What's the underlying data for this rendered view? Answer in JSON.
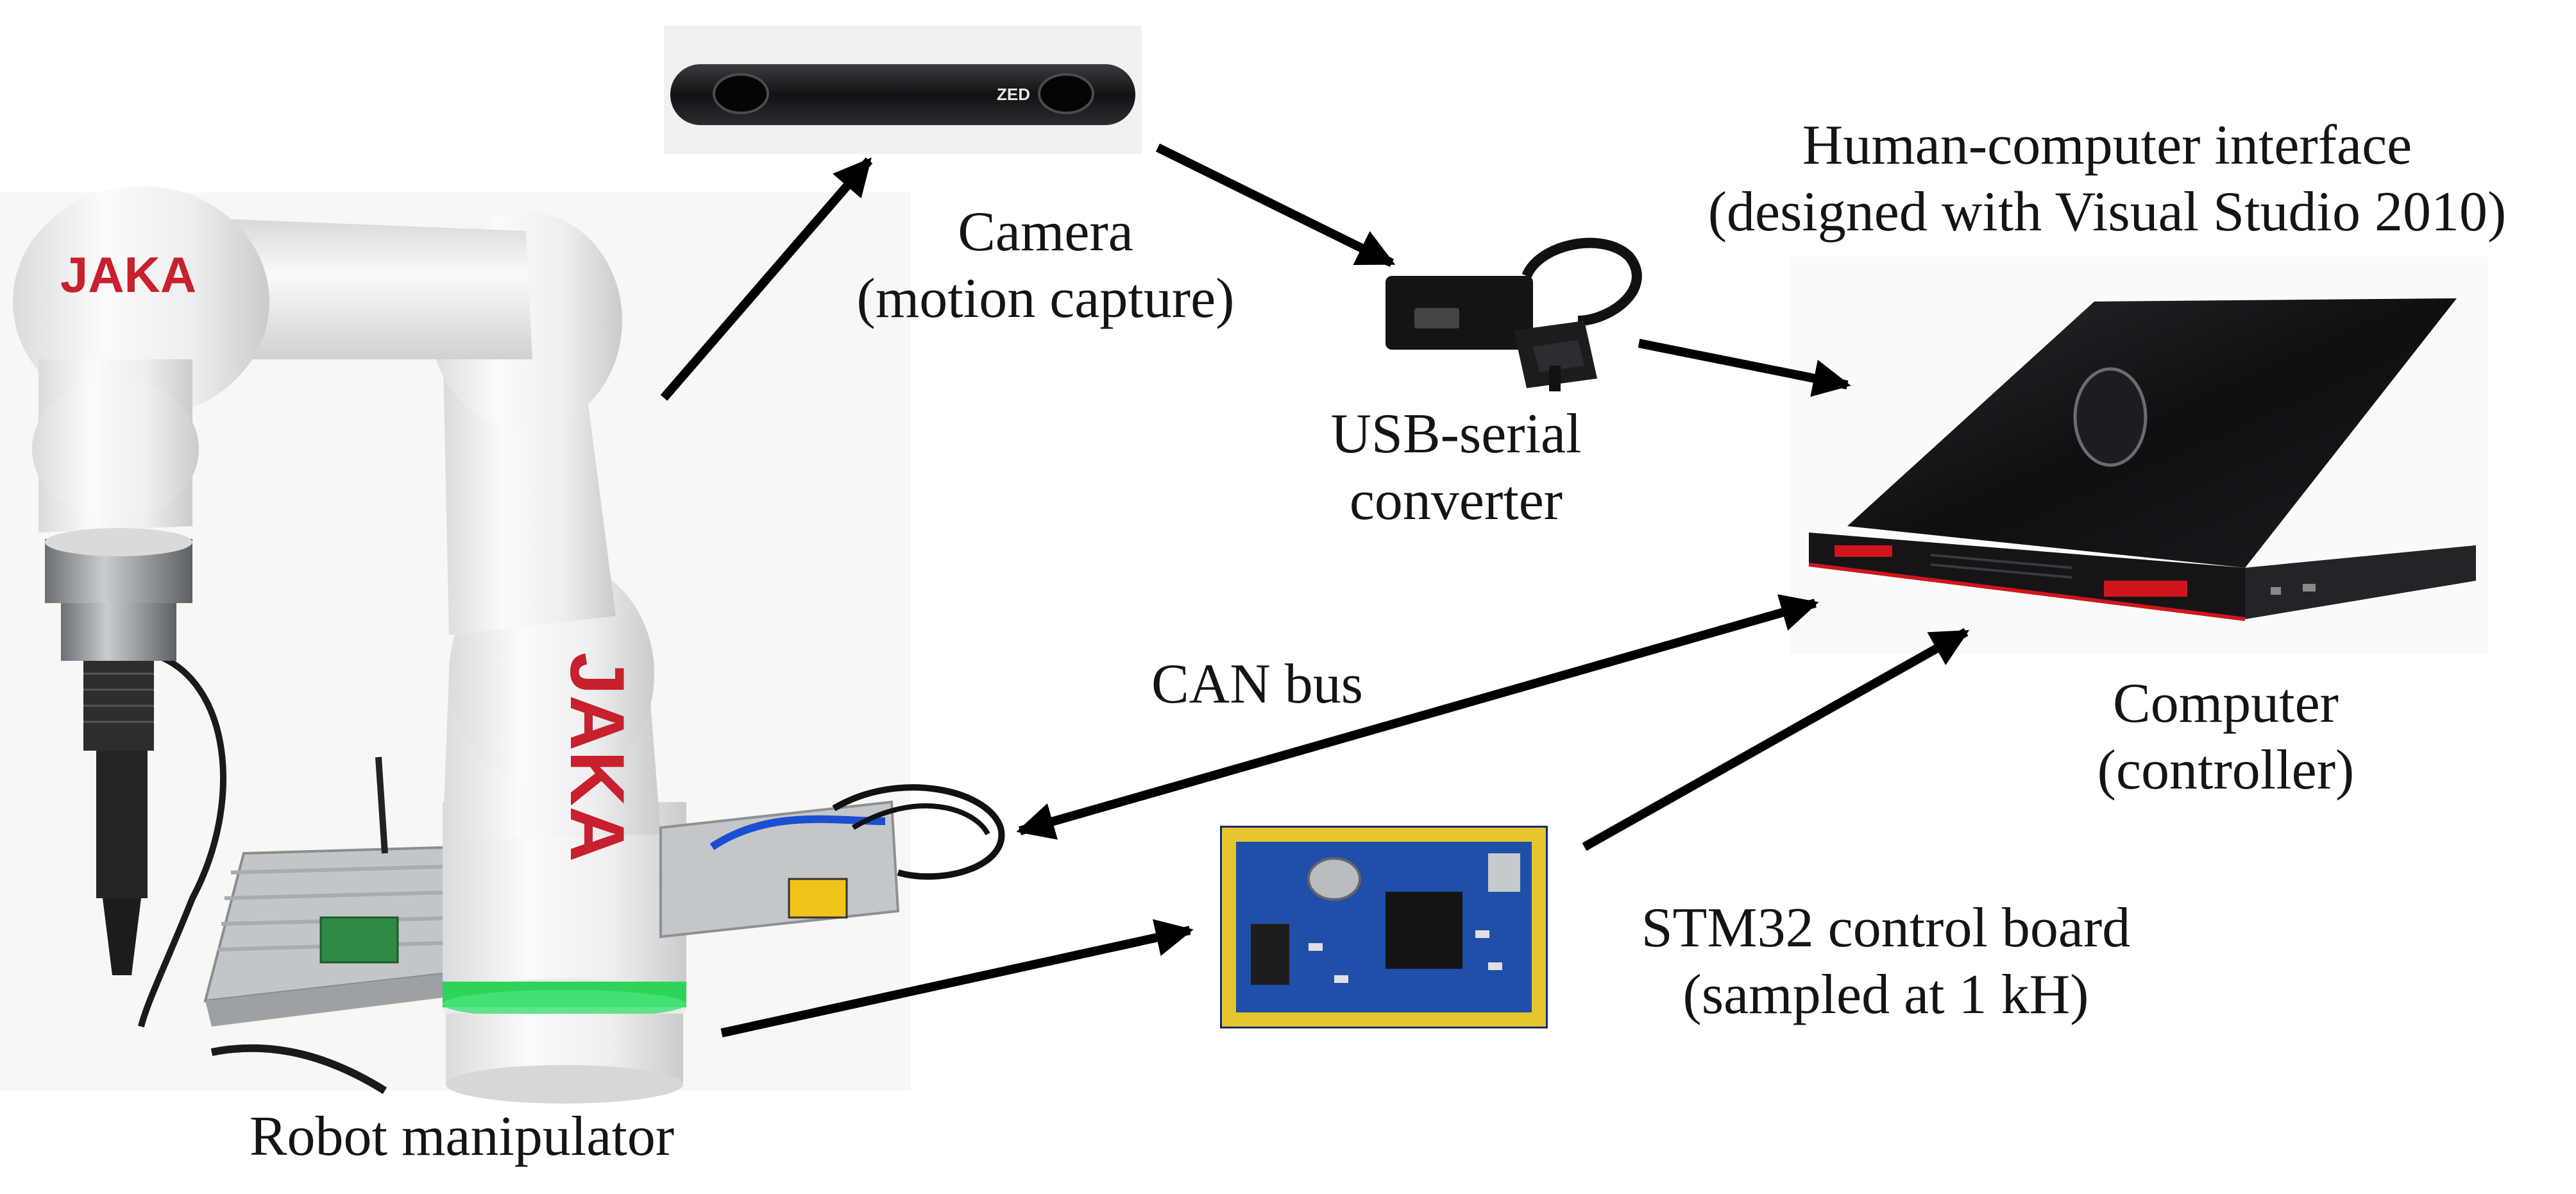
{
  "nodes": {
    "robot": {
      "label": "Robot manipulator",
      "brand": "JAKA",
      "brand_color": "#c8202c",
      "status_ring_color": "#2fd35a"
    },
    "camera": {
      "line1": "Camera",
      "line2": "(motion capture)",
      "camera_mark": "ZED"
    },
    "converter": {
      "line1": "USB-serial",
      "line2": "converter"
    },
    "computer": {
      "line1": "Computer",
      "line2": "(controller)",
      "accent_color": "#d0161c"
    },
    "hci": {
      "line1": "Human-computer interface",
      "line2": "(designed with Visual Studio 2010)"
    },
    "board": {
      "line1": "STM32 control board",
      "line2": "(sampled at 1 kH)",
      "pcb_color": "#1f4fa8"
    }
  },
  "edges": {
    "can_bus": {
      "label": "CAN bus"
    }
  },
  "icons": [
    "robot-manipulator-icon",
    "stereo-camera-icon",
    "usb-serial-converter-icon",
    "laptop-icon",
    "stm32-board-icon"
  ],
  "colors": {
    "arrow": "#000000",
    "text": "#141414",
    "background": "#ffffff"
  }
}
